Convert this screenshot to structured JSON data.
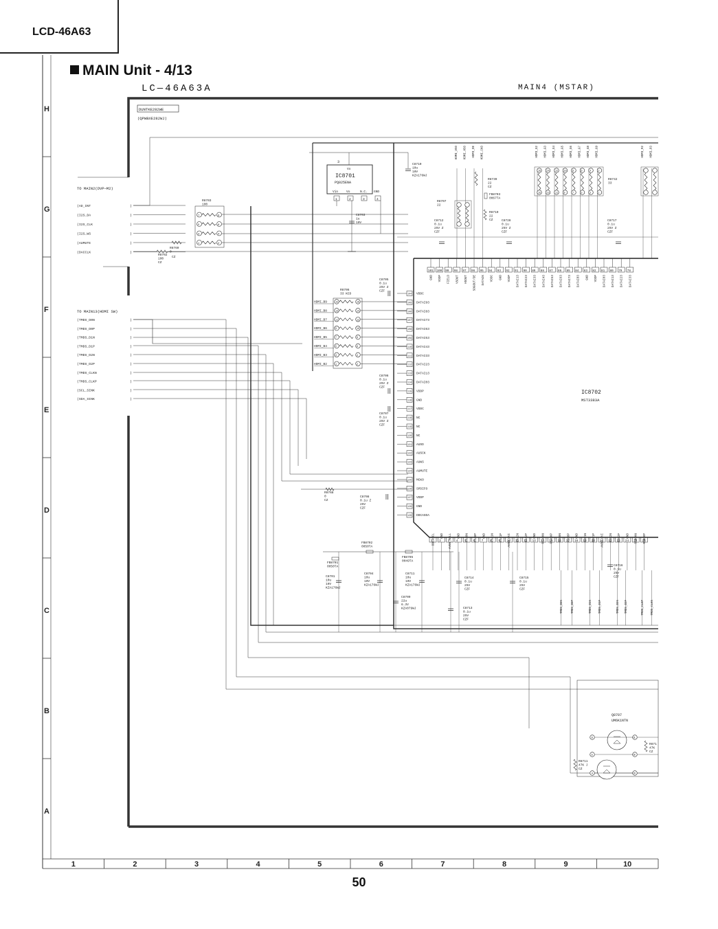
{
  "header": {
    "model": "LCD-46A63",
    "unit_title": "MAIN Unit - 4/13",
    "schematic_title": "LC—46A63A",
    "schematic_subtitle": "MAIN4 (MSTAR)"
  },
  "grid": {
    "rows": [
      "H",
      "G",
      "F",
      "E",
      "D",
      "C",
      "B",
      "A"
    ],
    "columns": [
      "1",
      "2",
      "3",
      "4",
      "5",
      "6",
      "7",
      "8",
      "9",
      "10"
    ]
  },
  "page_number": "50",
  "pcb": {
    "code": "DUNTKE282WE",
    "part": "(QPWBXE282WJ)"
  },
  "connectors": {
    "main2": {
      "label": "TO MAIN2(DVP—M2)",
      "signals": [
        "AD_INT",
        "I2S_DA",
        "I2S_CLK",
        "I2S_WS",
        "AUMUTE",
        "DACCLK"
      ]
    },
    "main13": {
      "label": "TO MAIN13(HDMI SW)",
      "signals": [
        "TMDS_D0N",
        "TMDS_D0P",
        "TMDS_D1N",
        "TMDS_D1P",
        "TMDS_D2N",
        "TMDS_D2P",
        "TMDS_CLKN",
        "TMDS_CLKP",
        "SCL_SINK",
        "SDA_SINK"
      ]
    }
  },
  "components": {
    "ic8701": {
      "ref": "IC8701",
      "part": "PQ025ENA",
      "pins": [
        "Vin",
        "Vo",
        "N.C.",
        "GND"
      ],
      "top_pin": "Vo"
    },
    "ic8702": {
      "ref": "IC8702",
      "part": "MST3383A"
    },
    "q8707": {
      "ref": "Q8707",
      "part": "UM6K1NTN"
    },
    "labels": [
      {
        "id": "r8703",
        "text": "R8703\n100"
      },
      {
        "id": "r8760",
        "text": "R8760\n0"
      },
      {
        "id": "r8702",
        "text": "R8702\n100\nCZ"
      },
      {
        "id": "cz1",
        "text": "CZ"
      },
      {
        "id": "c8703",
        "text": "C8703\n1u\n10V"
      },
      {
        "id": "c8710",
        "text": "C8710\n10u\n10V\nKZA176WJ"
      },
      {
        "id": "r8739",
        "text": "R8739\n22\nCZ"
      },
      {
        "id": "fb8703",
        "text": "FB8703\n0067TA"
      },
      {
        "id": "r8707",
        "text": "R8707\n22"
      },
      {
        "id": "r8710",
        "text": "R8710\n22\nCZ"
      },
      {
        "id": "c8712",
        "text": "C8712\n0.1u\n25V Z\nCZF"
      },
      {
        "id": "c8728",
        "text": "C8728\n0.1u\n25V Z\nCZF"
      },
      {
        "id": "r8742",
        "text": "R8742\n33"
      },
      {
        "id": "c8717",
        "text": "C8717\n0.1u\n25V Z\nCZF"
      },
      {
        "id": "r8706",
        "text": "R8706\n33 KCD"
      },
      {
        "id": "c8705",
        "text": "C8705\n0.1u\n25V Z\nCZF"
      },
      {
        "id": "c8706",
        "text": "C8706\n0.1u\n25V Z\nCZF"
      },
      {
        "id": "c8707",
        "text": "C8707\n0.1u\n25V Z\nCZF"
      },
      {
        "id": "r8768",
        "text": "R8768\n0\nCZ"
      },
      {
        "id": "c8708",
        "text": "C8708\n0.1u Z\n25V\nCZF"
      },
      {
        "id": "fb8702",
        "text": "FB8702\n0050TA"
      },
      {
        "id": "fb8701",
        "text": "FB8701\n0050TA"
      },
      {
        "id": "fb8705",
        "text": "FB8705\n0049TA"
      },
      {
        "id": "c8701",
        "text": "C8701\n10u\n10V\nKZA176WJ"
      },
      {
        "id": "c8704",
        "text": "C8704\n10u\n10V\nKZA176WJ"
      },
      {
        "id": "c8711",
        "text": "C8711\n10u\n10V\nKZA176WJ"
      },
      {
        "id": "c8709",
        "text": "C8709\n22u\n6.3V\nKZA079WJ"
      },
      {
        "id": "c8714",
        "text": "C8714\n0.1u\n25V\nCZF"
      },
      {
        "id": "c8715",
        "text": "C8715\n0.1u\n25V\nCZF"
      },
      {
        "id": "c8713",
        "text": "C8713\n0.1u\n25V\nCZF"
      },
      {
        "id": "c8716",
        "text": "C8716\n0.1u\n25V\nCZF"
      },
      {
        "id": "r8711",
        "text": "R8711\n47K J\nCZ"
      },
      {
        "id": "r8712",
        "text": "R871\n47K\nCZ"
      }
    ]
  },
  "ic_left_pins": [
    {
      "num": "104",
      "name": "VDDC"
    },
    {
      "num": "105",
      "name": "DATAI93"
    },
    {
      "num": "106",
      "name": "DATAI83"
    },
    {
      "num": "107",
      "name": "DATAI73"
    },
    {
      "num": "108",
      "name": "DATAI63"
    },
    {
      "num": "109",
      "name": "DATAI53"
    },
    {
      "num": "110",
      "name": "DATAI43"
    },
    {
      "num": "111",
      "name": "DATAI33"
    },
    {
      "num": "112",
      "name": "DATAI23"
    },
    {
      "num": "113",
      "name": "DATAI13"
    },
    {
      "num": "114",
      "name": "DATAI03"
    },
    {
      "num": "115",
      "name": "VDDP"
    },
    {
      "num": "116",
      "name": "GND"
    },
    {
      "num": "117",
      "name": "VDDC"
    },
    {
      "num": "118",
      "name": "NC"
    },
    {
      "num": "119",
      "name": "NC"
    },
    {
      "num": "120",
      "name": "NC"
    },
    {
      "num": "121",
      "name": "AUSD"
    },
    {
      "num": "122",
      "name": "AUSCK"
    },
    {
      "num": "123",
      "name": "AUWS"
    },
    {
      "num": "124",
      "name": "AUMUTE"
    },
    {
      "num": "125",
      "name": "MCKO"
    },
    {
      "num": "126",
      "name": "SPDIFO"
    },
    {
      "num": "127",
      "name": "VDDP"
    },
    {
      "num": "128",
      "name": "GND"
    },
    {
      "num": "129",
      "name": "DDCASDA"
    }
  ],
  "ic_top_pins": [
    {
      "num": "101",
      "name": "GND"
    },
    {
      "num": "100",
      "name": "VDDP"
    },
    {
      "num": "99",
      "name": "FIELD"
    },
    {
      "num": "98",
      "name": "VSOUT"
    },
    {
      "num": "97",
      "name": "HSOUT"
    },
    {
      "num": "96",
      "name": "SOGOUT/DE"
    },
    {
      "num": "95",
      "name": "DATACK"
    },
    {
      "num": "94",
      "name": "VDDC"
    },
    {
      "num": "93",
      "name": "GND"
    },
    {
      "num": "92",
      "name": "VDDP"
    },
    {
      "num": "91",
      "name": "DATAI13"
    },
    {
      "num": "90",
      "name": "DATAI23"
    },
    {
      "num": "89",
      "name": "DATAI33"
    },
    {
      "num": "88",
      "name": "DATAI43"
    },
    {
      "num": "87",
      "name": "DATAI53"
    },
    {
      "num": "86",
      "name": "DATAI63"
    },
    {
      "num": "85",
      "name": "DATAI73"
    },
    {
      "num": "84",
      "name": "DATAI83"
    },
    {
      "num": "83",
      "name": "GND"
    },
    {
      "num": "82",
      "name": "VDDP"
    },
    {
      "num": "81",
      "name": "DATAI03"
    },
    {
      "num": "80",
      "name": "DATAI13"
    },
    {
      "num": "79",
      "name": "DATAI23"
    },
    {
      "num": "78",
      "name": "DATAI33"
    }
  ],
  "ic_bottom_pins": [
    {
      "num": "1",
      "name": "DDCASCL"
    },
    {
      "num": "2",
      "name": "GND"
    },
    {
      "num": "3",
      "name": "AVDD_APLL"
    },
    {
      "num": "4",
      "name": "GND"
    },
    {
      "num": "5",
      "name": "RXA0N"
    },
    {
      "num": "6",
      "name": "RXA0P"
    },
    {
      "num": "7",
      "name": "GND"
    },
    {
      "num": "8",
      "name": "RXA1N"
    },
    {
      "num": "9",
      "name": "RXA1P"
    },
    {
      "num": "10",
      "name": "AVDD_DVI"
    },
    {
      "num": "11",
      "name": "RXA2N"
    },
    {
      "num": "12",
      "name": "RXA2P"
    },
    {
      "num": "13",
      "name": "GND"
    },
    {
      "num": "14",
      "name": "RXACKN"
    },
    {
      "num": "15",
      "name": "RXACKP"
    },
    {
      "num": "16",
      "name": "RXB0N"
    },
    {
      "num": "17",
      "name": "RXB0P"
    },
    {
      "num": "18",
      "name": "GND"
    },
    {
      "num": "19",
      "name": "RXB1N"
    },
    {
      "num": "20",
      "name": "RXB1P"
    },
    {
      "num": "21",
      "name": "AVDD_DVI"
    },
    {
      "num": "22",
      "name": "RXB2N"
    },
    {
      "num": "23",
      "name": "RXB2P"
    },
    {
      "num": "24",
      "name": "GND"
    },
    {
      "num": "25",
      "name": "RXBCKN"
    },
    {
      "num": "26",
      "name": "RXBCKP"
    }
  ],
  "hdmi_left_nets": [
    "HDMI_B9",
    "HDMI_B8",
    "HDMI_B7",
    "HDMI_B6",
    "HDMI_B5",
    "HDMI_B4",
    "HDMI_B3",
    "HDMI_B2"
  ],
  "hdmi_top_nets": [
    "HDMI_VSO",
    "HDMI_HSO",
    "HDMI_DE",
    "HDMI_CKO",
    "HDMI_G2",
    "HDMI_G3",
    "HDMI_G4",
    "HDMI_G5",
    "HDMI_G6",
    "HDMI_G7",
    "HDMI_G8",
    "HDMI_G9",
    "HDMI_R2",
    "HDMI_R3"
  ],
  "tmds_bottom_nets": [
    "TMDS_D0N",
    "TMDS_D0P",
    "TMDS_D1N",
    "TMDS_D1P",
    "TMDS_D2N",
    "TMDS_D2P",
    "TMDS_CLKP",
    "TMDS_CLKN"
  ]
}
